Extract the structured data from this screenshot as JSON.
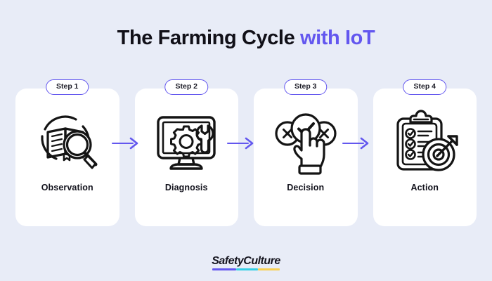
{
  "title": {
    "main": "The Farming Cycle ",
    "accent": "with IoT"
  },
  "colors": {
    "background": "#e8ecf7",
    "card": "#ffffff",
    "accent_purple": "#6357ef",
    "text_dark": "#111018",
    "icon_stroke": "#141414",
    "rule_purple": "#6357ef",
    "rule_cyan": "#35cfe6",
    "rule_yellow": "#f8cf52"
  },
  "steps": [
    {
      "badge": "Step 1",
      "label": "Observation",
      "icon": "book-magnifier-icon"
    },
    {
      "badge": "Step 2",
      "label": "Diagnosis",
      "icon": "monitor-gear-wrench-icon"
    },
    {
      "badge": "Step 3",
      "label": "Decision",
      "icon": "hand-pointing-check-icon"
    },
    {
      "badge": "Step 4",
      "label": "Action",
      "icon": "clipboard-target-icon"
    }
  ],
  "arrows": [
    {
      "name": "arrow-step1-to-step2"
    },
    {
      "name": "arrow-step2-to-step3"
    },
    {
      "name": "arrow-step3-to-step4"
    }
  ],
  "footer": {
    "logo_text": "SafetyCulture"
  }
}
